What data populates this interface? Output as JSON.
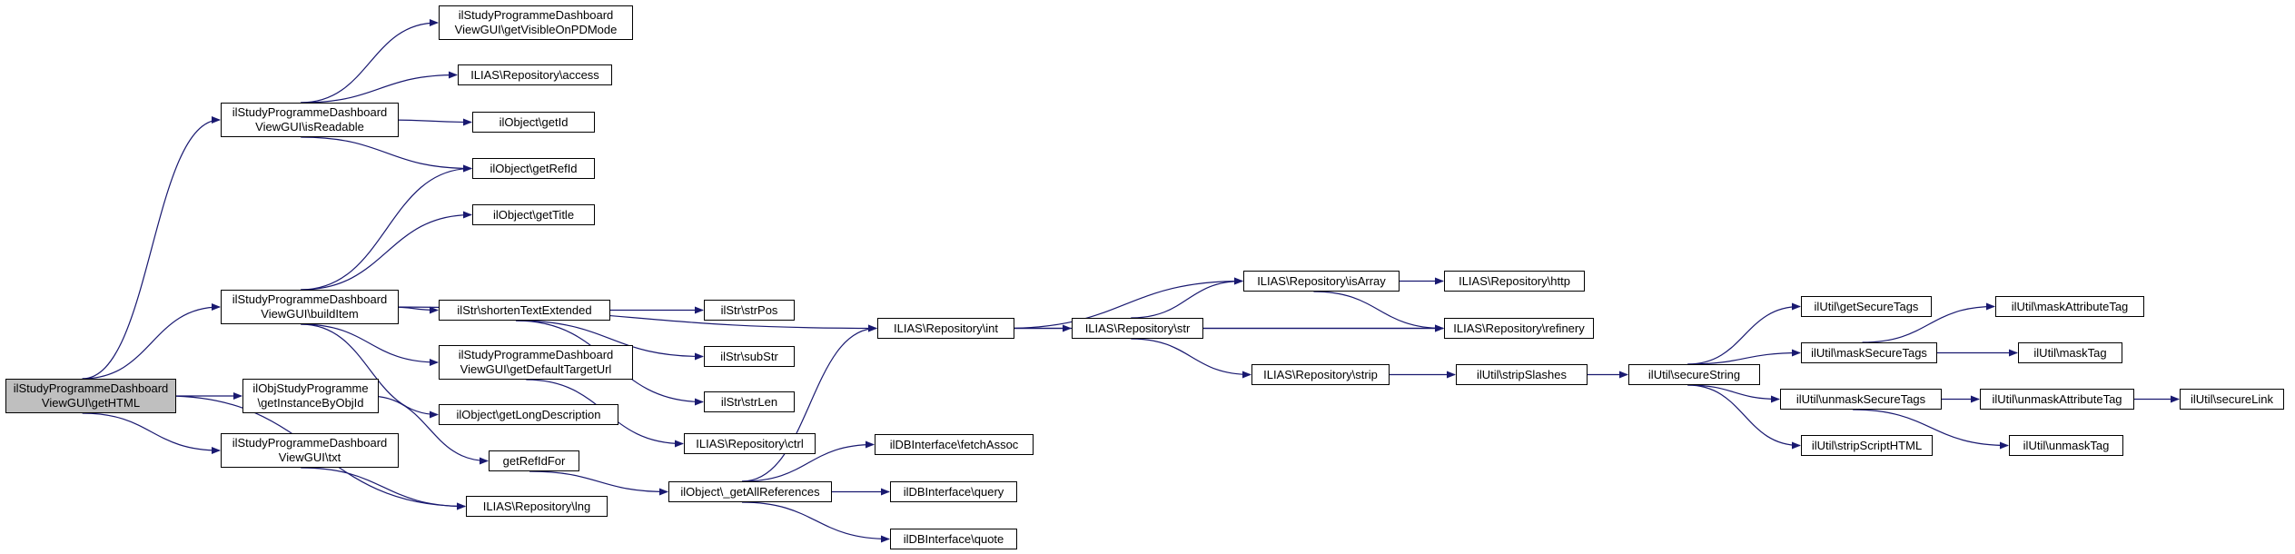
{
  "nodes": [
    {
      "id": "gethtml",
      "lines": [
        "ilStudyProgrammeDashboard",
        "ViewGUI\\getHTML"
      ],
      "root": true
    },
    {
      "id": "isreadable",
      "lines": [
        "ilStudyProgrammeDashboard",
        "ViewGUI\\isReadable"
      ]
    },
    {
      "id": "builditem",
      "lines": [
        "ilStudyProgrammeDashboard",
        "ViewGUI\\buildItem"
      ]
    },
    {
      "id": "getinstance",
      "lines": [
        "ilObjStudyProgramme",
        "\\getInstanceByObjId"
      ]
    },
    {
      "id": "txt",
      "lines": [
        "ilStudyProgrammeDashboard",
        "ViewGUI\\txt"
      ]
    },
    {
      "id": "getvisible",
      "lines": [
        "ilStudyProgrammeDashboard",
        "ViewGUI\\getVisibleOnPDMode"
      ]
    },
    {
      "id": "access",
      "lines": [
        "ILIAS\\Repository\\access"
      ]
    },
    {
      "id": "getid",
      "lines": [
        "ilObject\\getId"
      ]
    },
    {
      "id": "getrefid",
      "lines": [
        "ilObject\\getRefId"
      ]
    },
    {
      "id": "gettitle",
      "lines": [
        "ilObject\\getTitle"
      ]
    },
    {
      "id": "shorten",
      "lines": [
        "ilStr\\shortenTextExtended"
      ]
    },
    {
      "id": "getdefaulttarget",
      "lines": [
        "ilStudyProgrammeDashboard",
        "ViewGUI\\getDefaultTargetUrl"
      ]
    },
    {
      "id": "getlongdesc",
      "lines": [
        "ilObject\\getLongDescription"
      ]
    },
    {
      "id": "getrefidfor",
      "lines": [
        "getRefIdFor"
      ]
    },
    {
      "id": "lng",
      "lines": [
        "ILIAS\\Repository\\lng"
      ]
    },
    {
      "id": "strpos",
      "lines": [
        "ilStr\\strPos"
      ]
    },
    {
      "id": "substr",
      "lines": [
        "ilStr\\subStr"
      ]
    },
    {
      "id": "strlen",
      "lines": [
        "ilStr\\strLen"
      ]
    },
    {
      "id": "ctrl",
      "lines": [
        "ILIAS\\Repository\\ctrl"
      ]
    },
    {
      "id": "getallrefs",
      "lines": [
        "ilObject\\_getAllReferences"
      ]
    },
    {
      "id": "int",
      "lines": [
        "ILIAS\\Repository\\int"
      ]
    },
    {
      "id": "fetchassoc",
      "lines": [
        "ilDBInterface\\fetchAssoc"
      ]
    },
    {
      "id": "query",
      "lines": [
        "ilDBInterface\\query"
      ]
    },
    {
      "id": "quote",
      "lines": [
        "ilDBInterface\\quote"
      ]
    },
    {
      "id": "str",
      "lines": [
        "ILIAS\\Repository\\str"
      ]
    },
    {
      "id": "isarray",
      "lines": [
        "ILIAS\\Repository\\isArray"
      ]
    },
    {
      "id": "strip",
      "lines": [
        "ILIAS\\Repository\\strip"
      ]
    },
    {
      "id": "http",
      "lines": [
        "ILIAS\\Repository\\http"
      ]
    },
    {
      "id": "refinery",
      "lines": [
        "ILIAS\\Repository\\refinery"
      ]
    },
    {
      "id": "stripslashes",
      "lines": [
        "ilUtil\\stripSlashes"
      ]
    },
    {
      "id": "securestring",
      "lines": [
        "ilUtil\\secureString"
      ]
    },
    {
      "id": "getsecuretags",
      "lines": [
        "ilUtil\\getSecureTags"
      ]
    },
    {
      "id": "masksecuretags",
      "lines": [
        "ilUtil\\maskSecureTags"
      ]
    },
    {
      "id": "unmasksecuretags",
      "lines": [
        "ilUtil\\unmaskSecureTags"
      ]
    },
    {
      "id": "stripscript",
      "lines": [
        "ilUtil\\stripScriptHTML"
      ]
    },
    {
      "id": "maskattr",
      "lines": [
        "ilUtil\\maskAttributeTag"
      ]
    },
    {
      "id": "masktag",
      "lines": [
        "ilUtil\\maskTag"
      ]
    },
    {
      "id": "unmaskattr",
      "lines": [
        "ilUtil\\unmaskAttributeTag"
      ]
    },
    {
      "id": "unmasktag",
      "lines": [
        "ilUtil\\unmaskTag"
      ]
    },
    {
      "id": "securelink",
      "lines": [
        "ilUtil\\secureLink"
      ]
    }
  ],
  "edges": [
    [
      "gethtml",
      "isreadable"
    ],
    [
      "gethtml",
      "builditem"
    ],
    [
      "gethtml",
      "getinstance"
    ],
    [
      "gethtml",
      "txt"
    ],
    [
      "gethtml",
      "lng"
    ],
    [
      "isreadable",
      "getvisible"
    ],
    [
      "isreadable",
      "access"
    ],
    [
      "isreadable",
      "getid"
    ],
    [
      "isreadable",
      "getrefid"
    ],
    [
      "builditem",
      "getrefid"
    ],
    [
      "builditem",
      "gettitle"
    ],
    [
      "builditem",
      "shorten"
    ],
    [
      "builditem",
      "getdefaulttarget"
    ],
    [
      "builditem",
      "getlongdesc"
    ],
    [
      "builditem",
      "int"
    ],
    [
      "getinstance",
      "getrefidfor"
    ],
    [
      "txt",
      "lng"
    ],
    [
      "shorten",
      "strpos"
    ],
    [
      "shorten",
      "substr"
    ],
    [
      "shorten",
      "strlen"
    ],
    [
      "getdefaulttarget",
      "ctrl"
    ],
    [
      "getrefidfor",
      "getallrefs"
    ],
    [
      "getallrefs",
      "int"
    ],
    [
      "getallrefs",
      "fetchassoc"
    ],
    [
      "getallrefs",
      "query"
    ],
    [
      "getallrefs",
      "quote"
    ],
    [
      "int",
      "str"
    ],
    [
      "int",
      "isarray"
    ],
    [
      "int",
      "refinery"
    ],
    [
      "str",
      "isarray"
    ],
    [
      "str",
      "refinery"
    ],
    [
      "str",
      "strip"
    ],
    [
      "isarray",
      "http"
    ],
    [
      "isarray",
      "refinery"
    ],
    [
      "strip",
      "stripslashes"
    ],
    [
      "stripslashes",
      "securestring"
    ],
    [
      "securestring",
      "getsecuretags"
    ],
    [
      "securestring",
      "masksecuretags"
    ],
    [
      "securestring",
      "unmasksecuretags"
    ],
    [
      "securestring",
      "stripscript"
    ],
    [
      "masksecuretags",
      "maskattr"
    ],
    [
      "masksecuretags",
      "masktag"
    ],
    [
      "unmasksecuretags",
      "unmaskattr"
    ],
    [
      "unmasksecuretags",
      "unmasktag"
    ],
    [
      "unmaskattr",
      "securelink"
    ]
  ],
  "colors": {
    "edge": "#191970",
    "root_fill": "#bfbfbf",
    "node_fill": "#ffffff"
  }
}
